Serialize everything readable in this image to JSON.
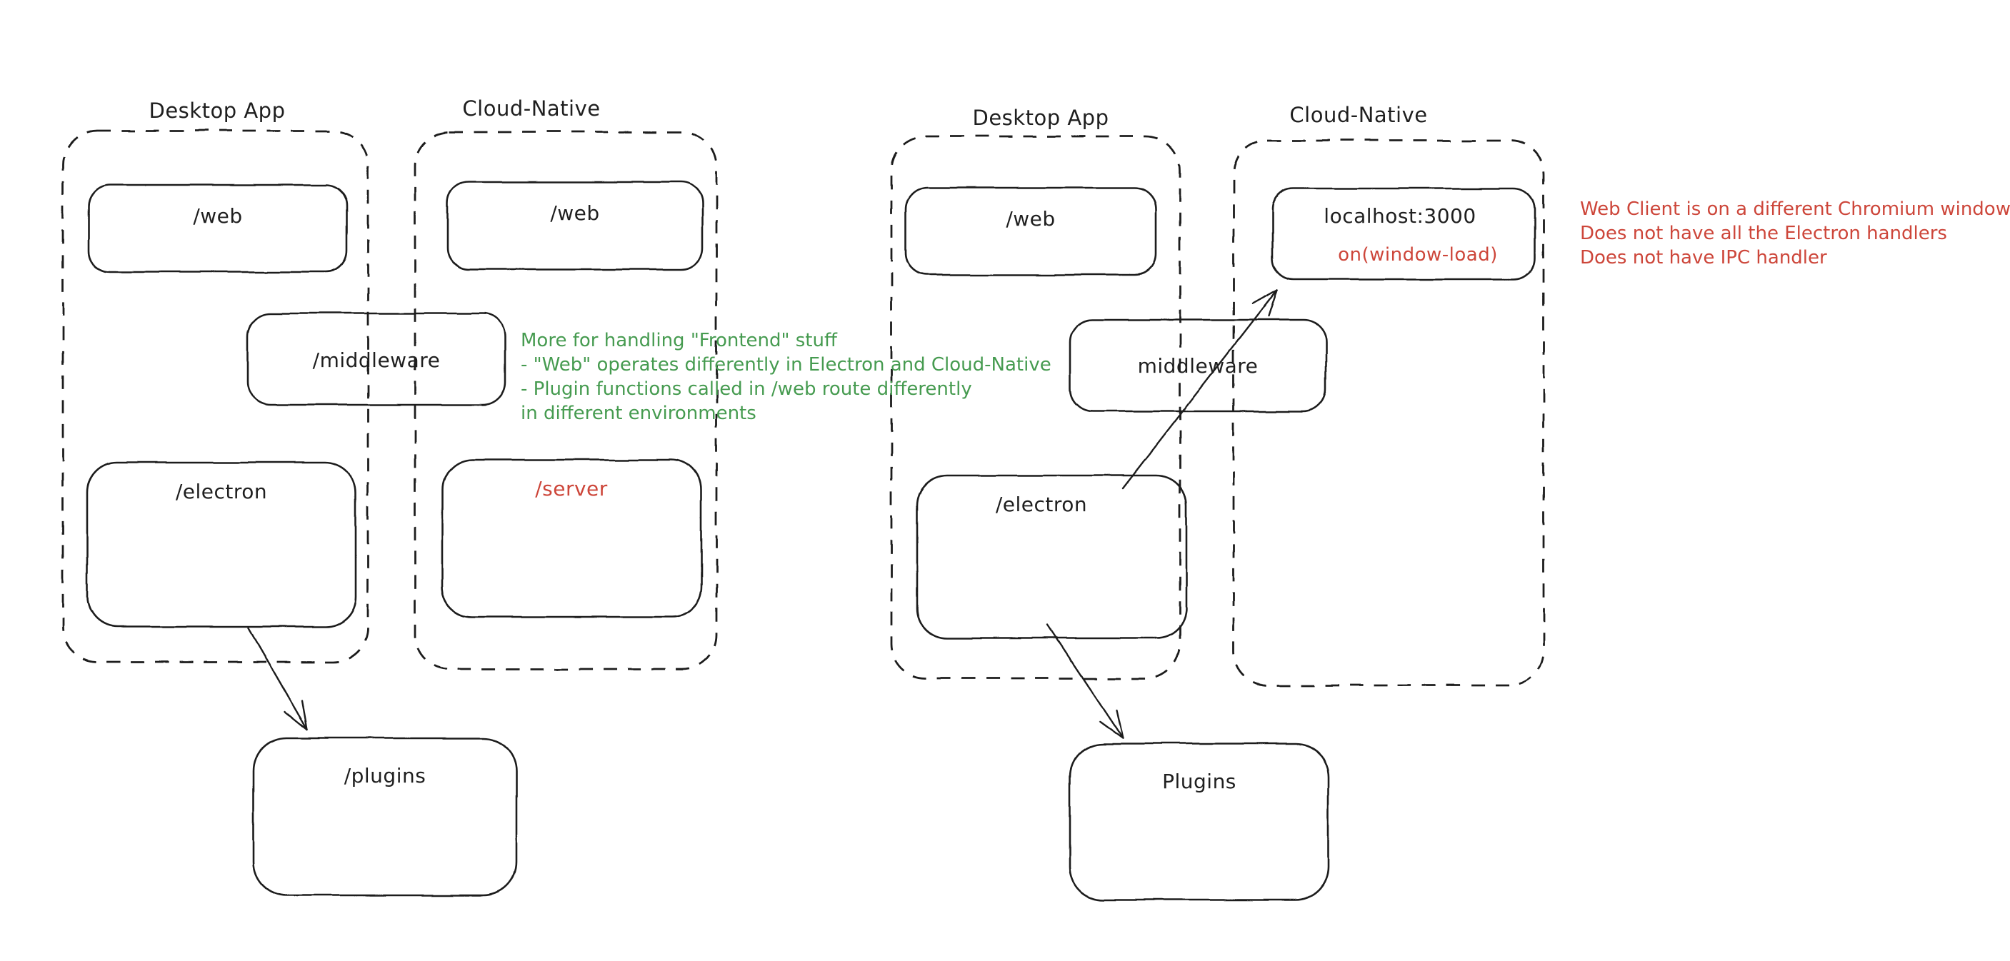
{
  "colors": {
    "background": "#ffffff",
    "ink": "#1f1f1f",
    "red": "#cd463a",
    "green": "#469b50"
  },
  "left_diagram": {
    "desktop_container_label": "Desktop App",
    "cloud_container_label": "Cloud-Native",
    "web_desktop_box": "/web",
    "web_cloud_box": "/web",
    "middleware_box": "/middleware",
    "electron_box": "/electron",
    "server_box": "/server",
    "plugins_box": "/plugins",
    "green_note_lines": [
      "More for handling \"Frontend\" stuff",
      "- \"Web\" operates differently in Electron and Cloud-Native",
      "- Plugin functions called in /web route differently",
      "in different environments"
    ]
  },
  "right_diagram": {
    "desktop_container_label": "Desktop App",
    "cloud_container_label": "Cloud-Native",
    "web_box": "/web",
    "localhost_box": "localhost:3000",
    "localhost_event_label": "on(window-load)",
    "middleware_box": "middleware",
    "electron_box": "/electron",
    "plugins_box": "Plugins",
    "red_note_lines": [
      "Web Client is on a different Chromium window",
      "Does not have all the Electron handlers",
      "Does not have IPC handler"
    ]
  }
}
